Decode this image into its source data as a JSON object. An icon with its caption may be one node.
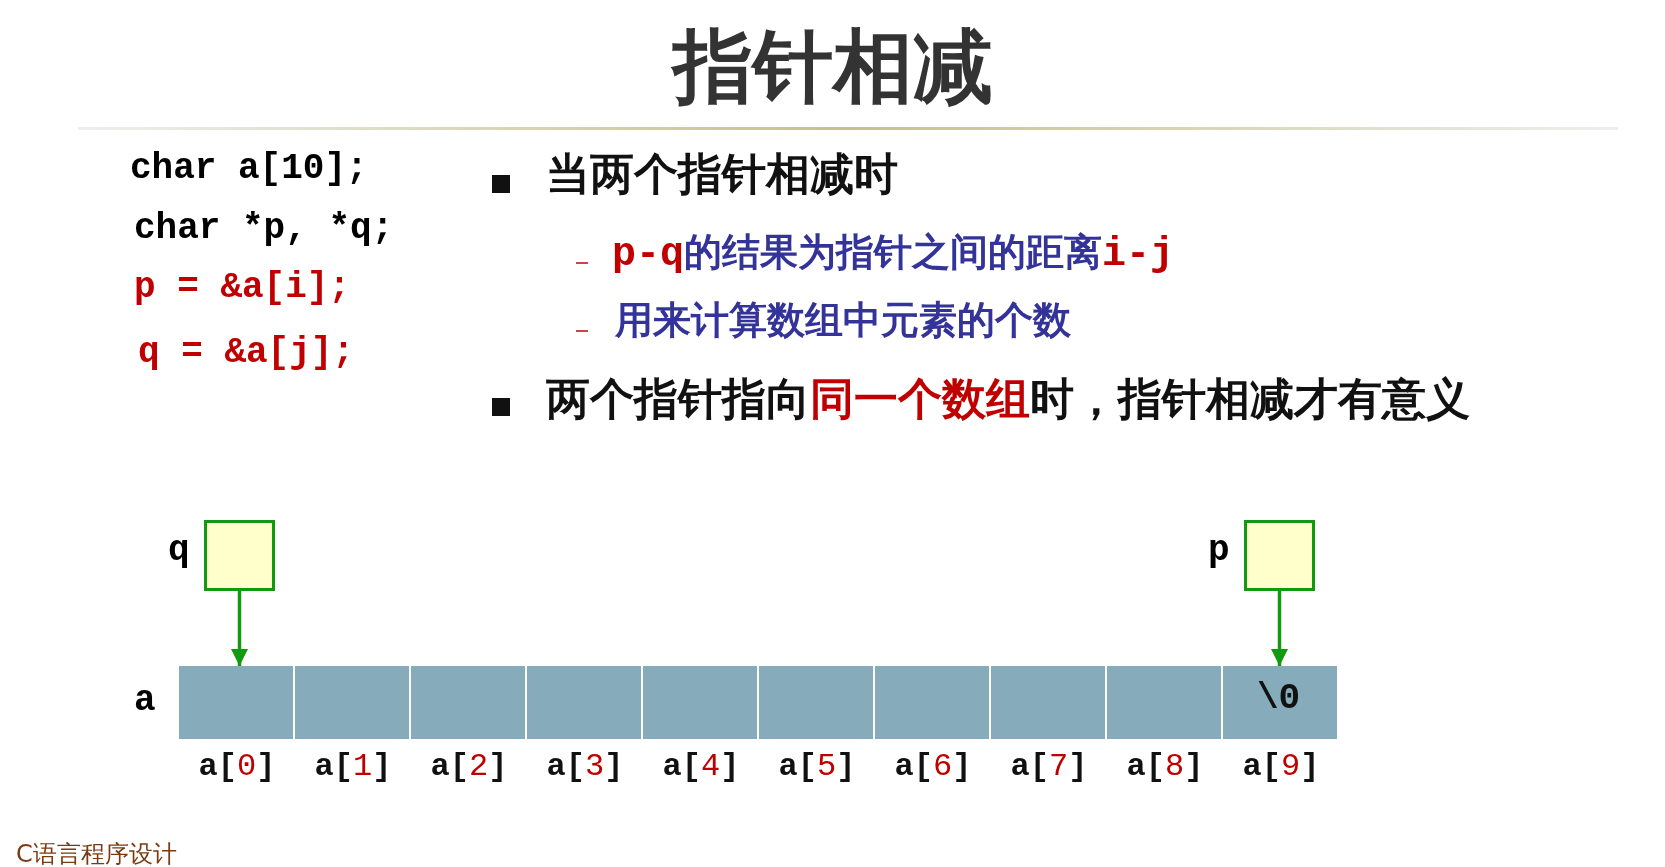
{
  "diagram": {
    "title": "指针相减",
    "nodes": [
      {
        "text": [],
        "shape": "box",
        "beside": [
          "q"
        ]
      },
      {
        "text": [],
        "shape": "box",
        "beside": [
          "p"
        ]
      },
      {
        "text": [],
        "shape": "box"
      },
      {
        "text": [],
        "shape": "box"
      },
      {
        "text": [],
        "shape": "box"
      },
      {
        "text": [],
        "shape": "box"
      },
      {
        "text": [],
        "shape": "box"
      },
      {
        "text": [],
        "shape": "box"
      },
      {
        "text": [],
        "shape": "box"
      },
      {
        "text": [],
        "shape": "box"
      },
      {
        "text": [],
        "shape": "box"
      },
      {
        "text": [
          "\\0"
        ]
      }
    ],
    "edges": [
      {
        "from": 0,
        "to": 2,
        "arrow": "to",
        "color": "#119911"
      },
      {
        "from": 1,
        "to": 11,
        "arrow": "to",
        "color": "#119911"
      }
    ],
    "labels": [
      "char a[10];",
      "char *p, *q;",
      "p = &a[i];",
      "q = &a[j];",
      "当两个指针相减时",
      "**p-q**的结果为指针之间的距离**i-j**",
      "用来计算数组中元素的个数",
      "两个指针指向**同一个数组**时，指针相减才有意义",
      "a",
      "a[**0**]",
      "a[**1**]",
      "a[**2**]",
      "a[**3**]",
      "a[**4**]",
      "a[**5**]",
      "a[**6**]",
      "a[**7**]",
      "a[**8**]",
      "a[**9**]",
      "C语言程序设计"
    ]
  }
}
